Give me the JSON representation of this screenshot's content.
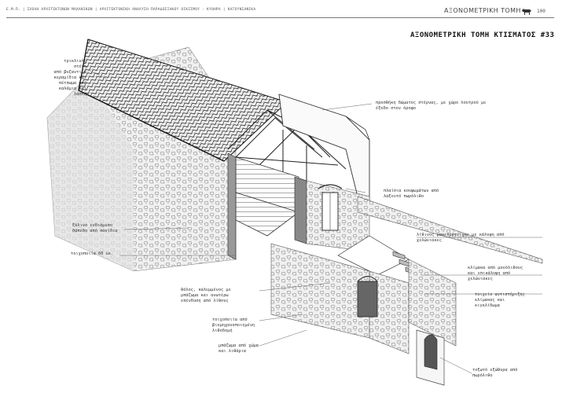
{
  "header": {
    "left_text": "Ε.Μ.Π. | ΣΧΟΛΗ ΑΡΧΙΤΕΚΤΟΝΩΝ ΜΗΧΑΝΙΚΩΝ | ΑΡΧΙΤΕΚΤΟΝΙΚΗ ΑΝΑΛΥΣΗ ΠΑΡΑΔΟΣΙΑΚΟΥ ΟΙΚΙΣΜΟΥ - ΚΥΘΗΡΑ | ΚΑΤΟΥΝΙΑΝΙΚΑ",
    "title": "ΑΞΟΝΟΜΕΤΡΙΚΗ ΤΟΜΗ",
    "page_number": "100",
    "animal_icon": "donkey-icon"
  },
  "sheet_title": "ΑΞΟΝΟΜΕΤΡΙΚΗ ΤΟΜΗ ΚΤΙΣΜΑΤΟΣ #33",
  "annotations": {
    "roof": "τρικλινής στέγη\nαπό βυζαντινά\nκεραμίδια και\nπέτσωμα από\nκαλάμια και λάσπη",
    "addition": "προσθήκη δώματος στέρνας, με χώρο λουτρού με\nέξοδο στον όροφο",
    "lintels": "πλαίσια κουφωμάτων από\nλαξευτό πωρόλιθο",
    "wood_floor": "ξύλινο ενδιάμεσο\nδάπεδο από σανίδια",
    "stone_slabs": "λίθινος μανιπρότοιχος με κάλυψη από\nχελώνιακες",
    "wall_thickness": "τοιχοποιία 60 εκ.",
    "stair": "κλίμακα από μονόλιθους\nκαι επικάλυψη από\nχελώνιακες",
    "retaining": "τοιχείο αντιστήριξης\nκλίμακας και\nκιγκλίδωμα",
    "vault": "θόλος, καλυμμένος με\nμπάζωμα και ανωτέρω\nεπένδυση από λίθους",
    "masonry": "τοιχοποιία από\nβιομηχανοποιημένη\nλιθοδομή",
    "fill": "μπάζωμα από χώμα\nκαι λιθάρια",
    "arch": "τοξωτό εξώθυρα από\nπωρόλιθο"
  },
  "colors": {
    "ink": "#222222",
    "rule": "#777777",
    "paper": "#ffffff",
    "wall": "#dedede"
  }
}
